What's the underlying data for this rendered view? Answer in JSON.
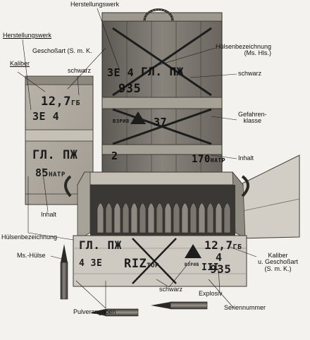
{
  "labels": {
    "herstellungswerk_top": "Herstellungswerk",
    "herstellungswerk_left": "Herstellungswerk",
    "geschossart": "Geschoßart (S. m. K.",
    "kaliber": "Kaliber",
    "schwarz_left": "schwarz",
    "huelsenbez_right_1": "Hülsenbezeichnung",
    "huelsenbez_right_2": "(Ms. Hls.)",
    "schwarz_right": "schwarz",
    "gefahren_1": "Gefahren-",
    "gefahren_2": "klasse",
    "inhalt_right": "Inhalt",
    "inhalt_left": "Inhalt",
    "huelsenbez_bottom": "Hülsenbezeichnung",
    "ms_huelse": "Ms.-Hülse",
    "kaliber_geschossart_1": "Kaliber",
    "kaliber_geschossart_2": "u. Geschoßart",
    "kaliber_geschossart_3": "(S. m. K.)",
    "schwarz_bottom": "schwarz",
    "explosiv": "Explosiv",
    "seriennummer": "Seriennummer",
    "pulverangaben": "Pulverangaben"
  },
  "markings": {
    "left_box": {
      "cal": "12,7",
      "cal_suffix": "ГБ",
      "factory": "3E 4",
      "type": "ГЛ. ПЖ",
      "count": "85",
      "count_suffix": "НАТР"
    },
    "back_crate": {
      "factory": "3E 4",
      "year": "935",
      "type": "ГЛ. ПЖ",
      "class": "ВЗРИВ",
      "serial": "37",
      "cal": "2",
      "count": "170",
      "count_suffix": "НАТР"
    },
    "front_crate": {
      "type": "ГЛ. ПЖ",
      "factory": "4 3E",
      "powder": "RIZ",
      "powder_suffix": "ТОР",
      "class": "ВЗРИВ",
      "cal": "12,7",
      "cal_suffix": "ГБ",
      "num": "4",
      "roman": "III",
      "serial": "935"
    }
  },
  "colors": {
    "background": "#f4f2ee",
    "wood_light": "#bdb8ae",
    "wood_dark": "#6e6a63",
    "ink": "#1d1d1d"
  }
}
